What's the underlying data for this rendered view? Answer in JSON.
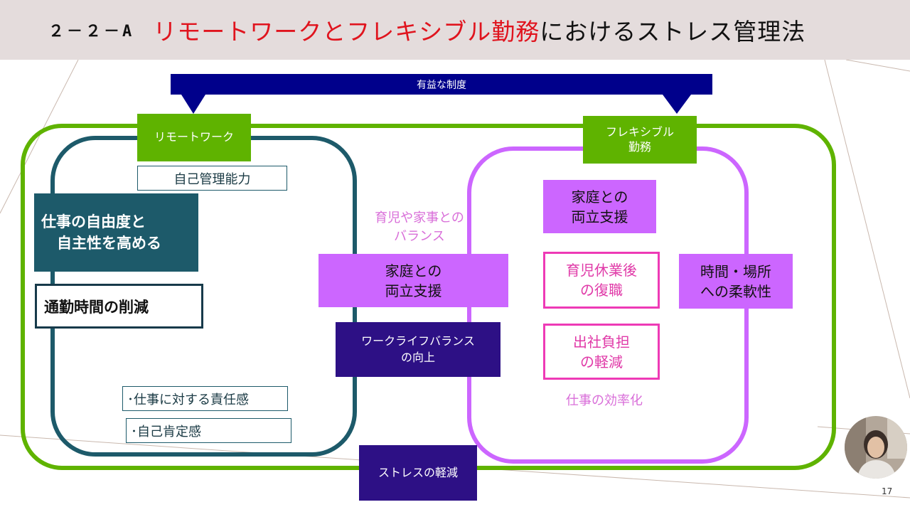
{
  "header": {
    "number": "２－２－A",
    "title_red": "リモートワークとフレキシブル勤務",
    "title_black": "におけるストレス管理法"
  },
  "banner": "有益な制度",
  "remote": {
    "tag": "リモートワーク",
    "self_management": "自己管理能力",
    "freedom_line1": "仕事の自由度と",
    "freedom_line2": "自主性を高める",
    "commute": "通勤時間の削減",
    "responsibility": "･仕事に対する責任感",
    "self_esteem": "･自己肯定感"
  },
  "flex": {
    "tag_line1": "フレキシブル",
    "tag_line2": "勤務",
    "family_line1": "家庭との",
    "family_line2": "両立支援",
    "return_line1": "育児休業後",
    "return_line2": "の復職",
    "burden_line1": "出社負担",
    "burden_line2": "の軽減",
    "flexibility_line1": "時間・場所",
    "flexibility_line2": "への柔軟性",
    "efficiency": "仕事の効率化"
  },
  "shared": {
    "balance_note_line1": "育児や家事との",
    "balance_note_line2": "バランス",
    "family_line1": "家庭との",
    "family_line2": "両立支援",
    "wlb_line1": "ワークライフバランス",
    "wlb_line2": "の向上",
    "stress": "ストレスの軽減"
  },
  "page_number": "17",
  "colors": {
    "title_red": "#e0141e",
    "banner_navy": "#00008b",
    "green": "#5fb300",
    "teal": "#1d5a6a",
    "violet": "#cc66ff",
    "pink": "#ee3ab6",
    "indigo": "#2d1085"
  }
}
